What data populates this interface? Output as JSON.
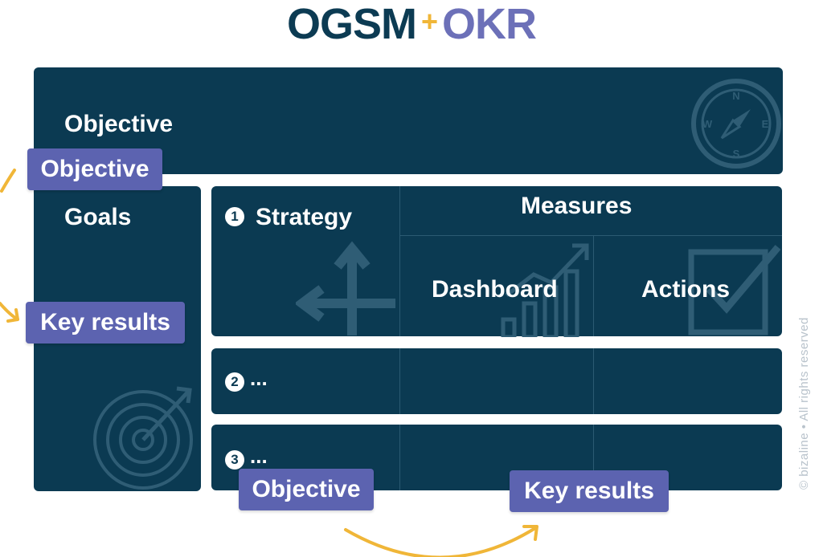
{
  "header": {
    "title_left": "OGSM",
    "title_plus": "+",
    "title_right": "OKR"
  },
  "ogsm": {
    "objective_label": "Objective",
    "goals_label": "Goals",
    "strategy_number": "1",
    "strategy_label": "Strategy",
    "measures_label": "Measures",
    "dashboard_label": "Dashboard",
    "actions_label": "Actions",
    "row2_number": "2",
    "row2_text": "...",
    "row3_number": "3",
    "row3_text": "..."
  },
  "okr_tags": {
    "objective_left": "Objective",
    "key_results_left": "Key results",
    "objective_bottom": "Objective",
    "key_results_bottom": "Key results"
  },
  "compass": {
    "n": "N",
    "s": "S",
    "e": "E",
    "w": "W"
  },
  "footer": {
    "copyright": "© bizaline • All rights reserved"
  },
  "colors": {
    "panel": "#0b3a52",
    "tag": "#5c63b0",
    "accent_arrow": "#f0b638",
    "title_dark": "#0c3b53",
    "title_purple": "#6c70b8"
  }
}
